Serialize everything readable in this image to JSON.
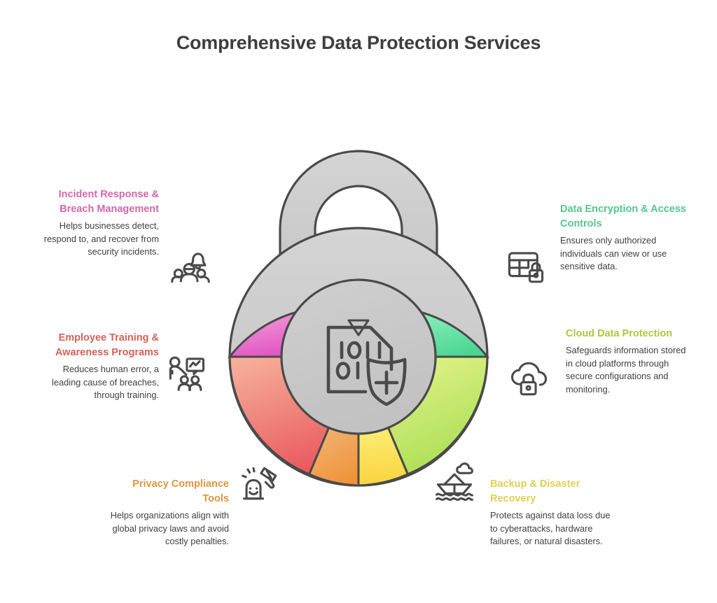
{
  "title": "Comprehensive Data Protection Services",
  "colors": {
    "incident": "#d75ba8",
    "incident_heading": "#d368ab",
    "training": "#d9584f",
    "training_heading": "#d46257",
    "privacy": "#e9942f",
    "privacy_heading": "#de9540",
    "backup": "#e8d84a",
    "backup_heading": "#dfd152",
    "cloud": "#a8d14a",
    "cloud_heading": "#a6c council",
    "encryption": "#4fd18b",
    "encryption_heading": "#55c78c",
    "body_text": "#3f3f3f",
    "title_text": "#3e3e3e",
    "lock_body": "#c9c9c9",
    "lock_outline": "#4a4a4a"
  },
  "center": {
    "icon": "document-binary-shield-icon"
  },
  "features": [
    {
      "id": "incident",
      "heading": "Incident Response & Breach Management",
      "description": "Helps businesses detect, respond to, and recover from security incidents.",
      "icon": "alert-bell-people-icon",
      "heading_color": "#d368ab",
      "segment_from": "#f18ed4",
      "segment_to": "#e254c0"
    },
    {
      "id": "training",
      "heading": "Employee Training & Awareness Programs",
      "description": "Reduces human error, a leading cause of breaches, through training.",
      "icon": "presentation-training-icon",
      "heading_color": "#d46257",
      "segment_from": "#f3a68f",
      "segment_to": "#ec5f5f"
    },
    {
      "id": "privacy",
      "heading": "Privacy Compliance Tools",
      "description": "Helps organizations align with global privacy laws and avoid costly penalties.",
      "icon": "gavel-compliance-icon",
      "heading_color": "#de9540",
      "segment_from": "#f0b068",
      "segment_to": "#ef9840"
    },
    {
      "id": "backup",
      "heading": "Backup & Disaster Recovery",
      "description": "Protects against data loss due to cyberattacks, hardware failures, or natural disasters.",
      "icon": "boat-flood-cloud-icon",
      "heading_color": "#dfd152",
      "segment_from": "#fbe96a",
      "segment_to": "#fad847"
    },
    {
      "id": "cloud",
      "heading": "Cloud Data Protection",
      "description": "Safeguards information stored in cloud platforms through secure configurations and monitoring.",
      "icon": "cloud-lock-icon",
      "heading_color": "#a8c council",
      "segment_from": "#dcf07e",
      "segment_to": "#a8de55"
    },
    {
      "id": "encryption",
      "heading": "Data Encryption & Access Controls",
      "description": "Ensures only authorized individuals can view or use sensitive data.",
      "icon": "database-lock-icon",
      "heading_color": "#55c78c",
      "segment_from": "#8ef0bf",
      "segment_to": "#4ed694"
    }
  ]
}
